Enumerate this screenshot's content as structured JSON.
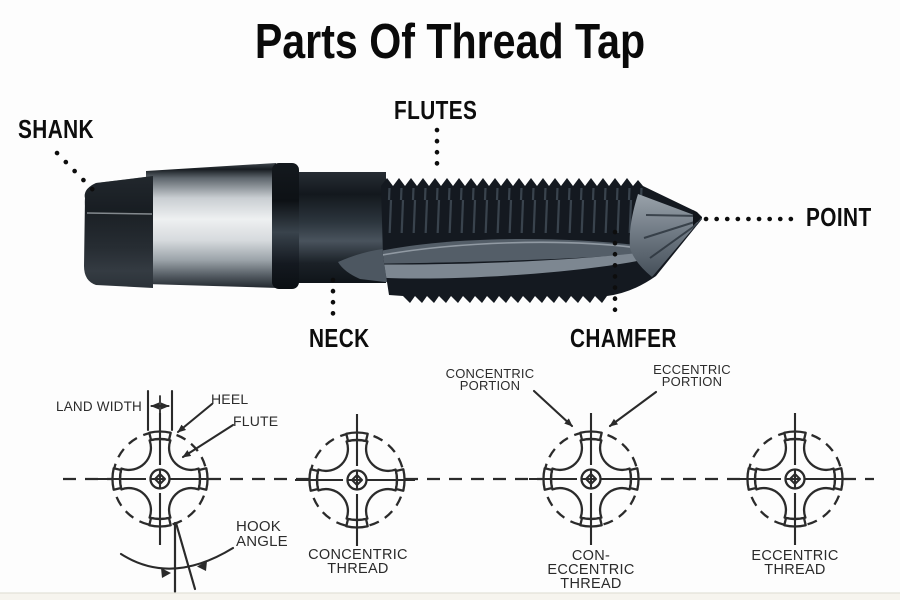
{
  "title": "Parts Of Thread Tap",
  "tap": {
    "labels": {
      "shank": "SHANK",
      "flutes": "FLUTES",
      "point": "POINT",
      "neck": "NECK",
      "chamfer": "CHAMFER"
    }
  },
  "cross_section": {
    "annotations": {
      "land_width": "LAND WIDTH",
      "heel": "HEEL",
      "flute": "FLUTE",
      "hook_angle": "HOOK\nANGLE",
      "concentric_portion": "CONCENTRIC\nPORTION",
      "eccentric_portion": "ECCENTRIC\nPORTION"
    },
    "captions": {
      "concentric": "CONCENTRIC\nTHREAD",
      "con_eccentric": "CON-ECCENTRIC\nTHREAD",
      "eccentric": "ECCENTRIC\nTHREAD"
    }
  },
  "colors": {
    "ink": "#2b2b2b",
    "label_ink": "#0d0d0d",
    "steel_highlight": "#eef0f1",
    "steel_dark": "#141920",
    "background": "#fdfdfd"
  }
}
